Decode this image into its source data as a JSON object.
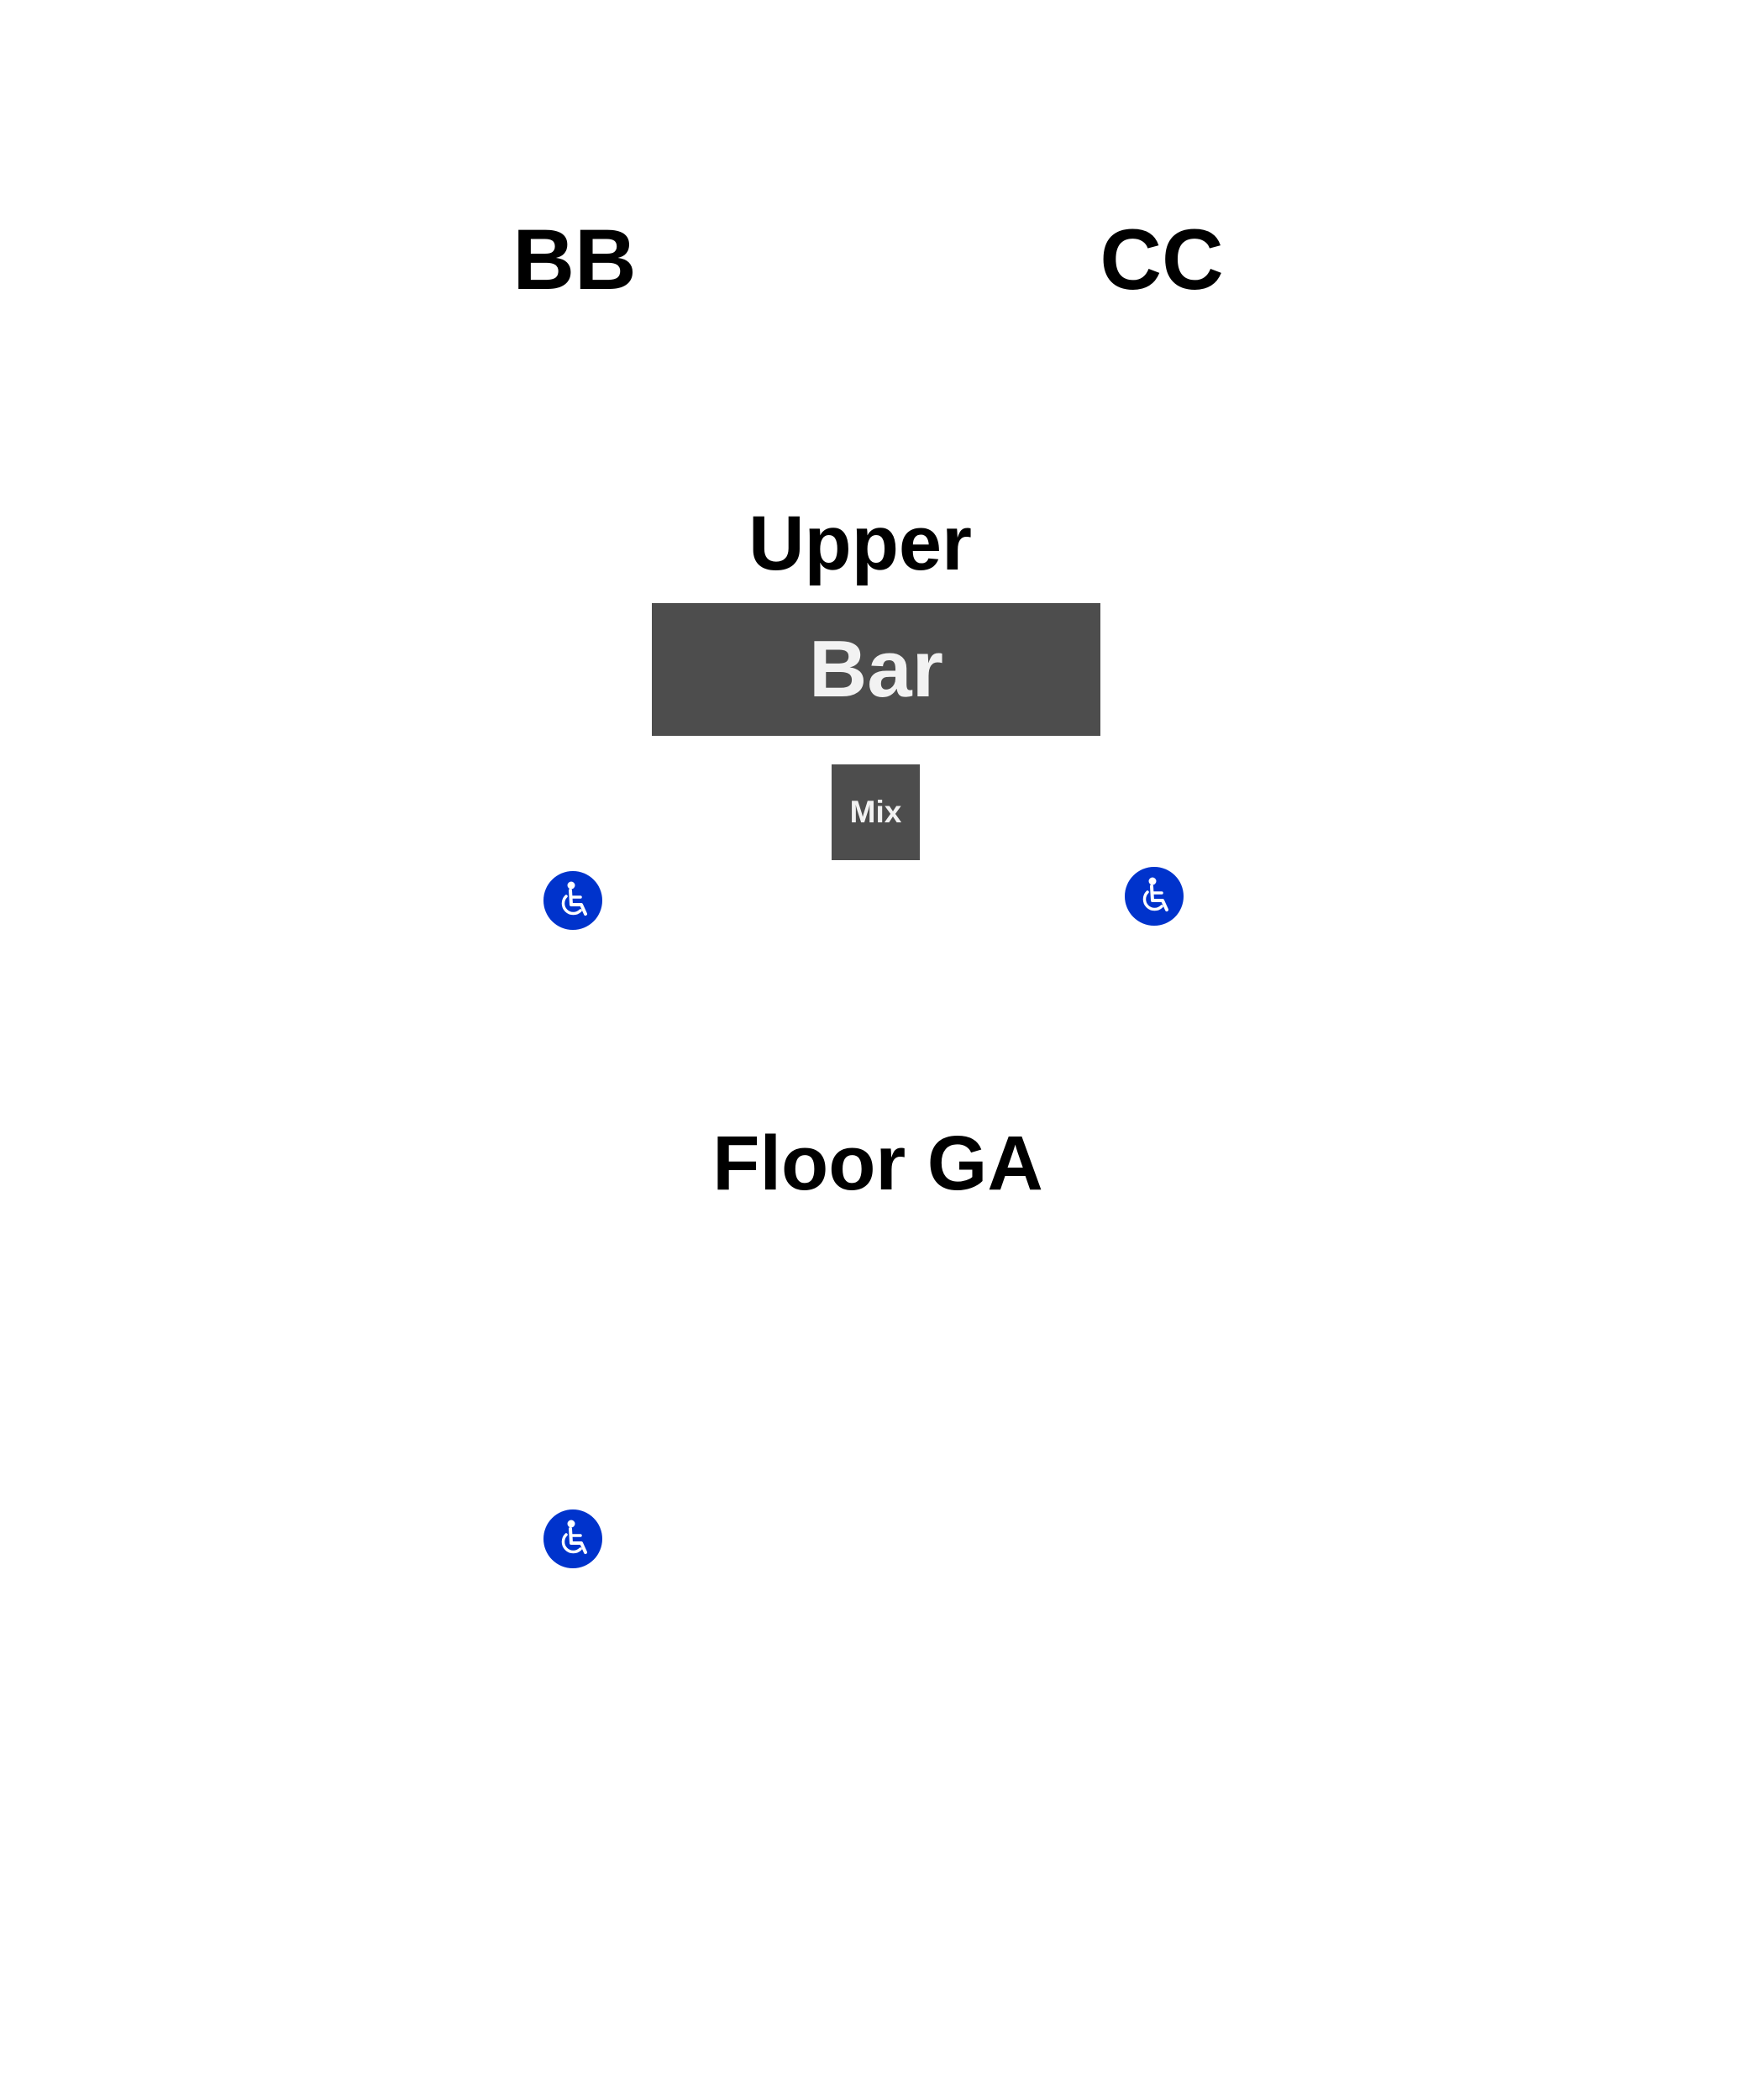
{
  "sections": {
    "bb": "BB",
    "cc": "CC",
    "upper": "Upper",
    "floor": "Floor GA"
  },
  "features": {
    "bar": "Bar",
    "mix": "Mix"
  },
  "icons": {
    "accessible": "wheelchair-accessible-icon"
  },
  "colors": {
    "feature_fill": "#4d4d4d",
    "feature_text": "#f2f2f2",
    "accessible_fill": "#0033cc",
    "label_text": "#000000"
  }
}
